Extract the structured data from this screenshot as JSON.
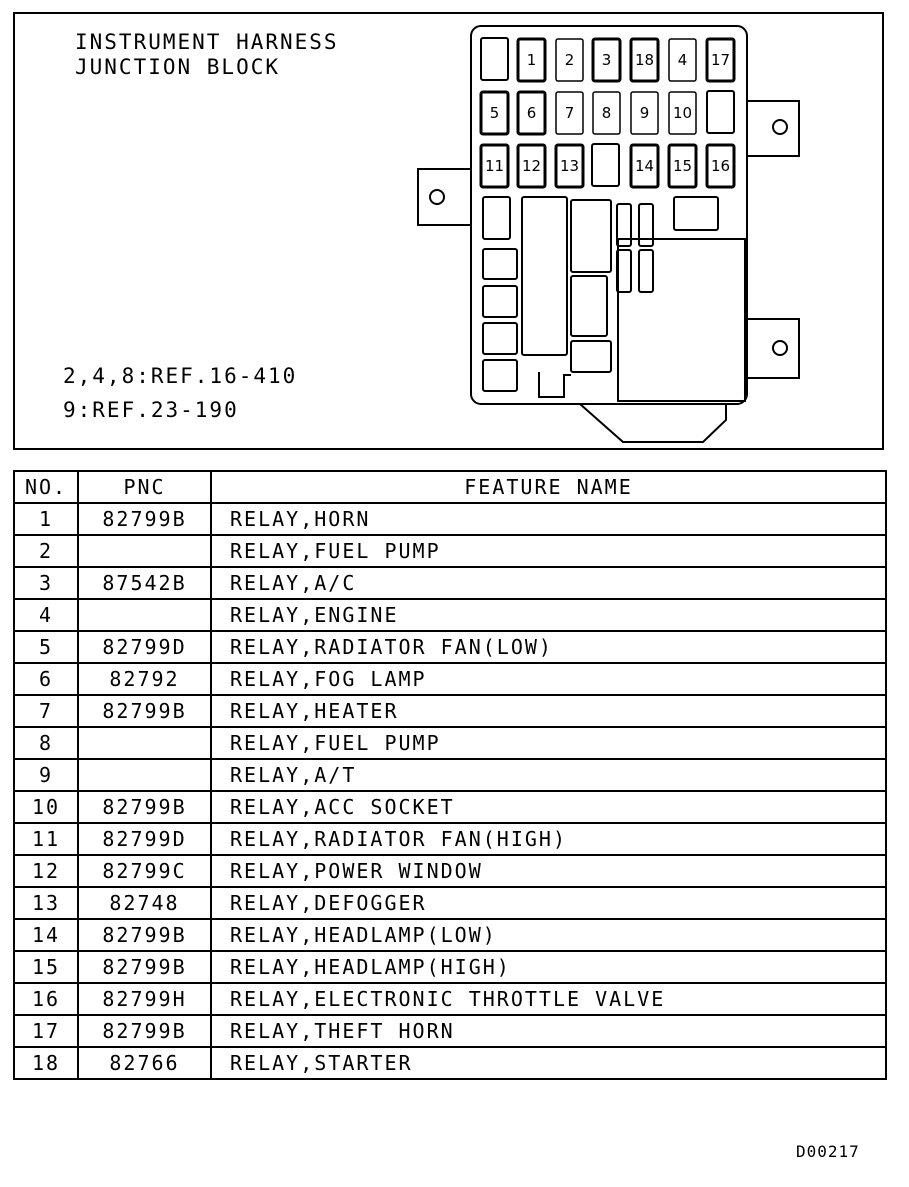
{
  "diagram": {
    "title_lines": [
      "INSTRUMENT HARNESS",
      "JUNCTION BLOCK"
    ],
    "ref_lines": [
      "2,4,8:REF.16-410",
      "9:REF.23-190"
    ],
    "slot_labels": [
      "1",
      "2",
      "3",
      "18",
      "4",
      "17",
      "5",
      "6",
      "7",
      "8",
      "9",
      "10",
      "11",
      "12",
      "13",
      "14",
      "15",
      "16"
    ]
  },
  "table": {
    "headers": {
      "no": "NO.",
      "pnc": "PNC",
      "feature": "FEATURE NAME"
    },
    "rows": [
      {
        "no": "1",
        "pnc": "82799B",
        "name": "RELAY,HORN"
      },
      {
        "no": "2",
        "pnc": "",
        "name": "RELAY,FUEL PUMP"
      },
      {
        "no": "3",
        "pnc": "87542B",
        "name": "RELAY,A/C"
      },
      {
        "no": "4",
        "pnc": "",
        "name": "RELAY,ENGINE"
      },
      {
        "no": "5",
        "pnc": "82799D",
        "name": "RELAY,RADIATOR FAN(LOW)"
      },
      {
        "no": "6",
        "pnc": "82792",
        "name": "RELAY,FOG LAMP"
      },
      {
        "no": "7",
        "pnc": "82799B",
        "name": "RELAY,HEATER"
      },
      {
        "no": "8",
        "pnc": "",
        "name": "RELAY,FUEL PUMP"
      },
      {
        "no": "9",
        "pnc": "",
        "name": "RELAY,A/T"
      },
      {
        "no": "10",
        "pnc": "82799B",
        "name": "RELAY,ACC SOCKET"
      },
      {
        "no": "11",
        "pnc": "82799D",
        "name": "RELAY,RADIATOR FAN(HIGH)"
      },
      {
        "no": "12",
        "pnc": "82799C",
        "name": "RELAY,POWER WINDOW"
      },
      {
        "no": "13",
        "pnc": "82748",
        "name": "RELAY,DEFOGGER"
      },
      {
        "no": "14",
        "pnc": "82799B",
        "name": "RELAY,HEADLAMP(LOW)"
      },
      {
        "no": "15",
        "pnc": "82799B",
        "name": "RELAY,HEADLAMP(HIGH)"
      },
      {
        "no": "16",
        "pnc": "82799H",
        "name": "RELAY,ELECTRONIC THROTTLE VALVE"
      },
      {
        "no": "17",
        "pnc": "82799B",
        "name": "RELAY,THEFT HORN"
      },
      {
        "no": "18",
        "pnc": "82766",
        "name": "RELAY,STARTER"
      }
    ]
  },
  "footer": {
    "code": "D00217"
  }
}
